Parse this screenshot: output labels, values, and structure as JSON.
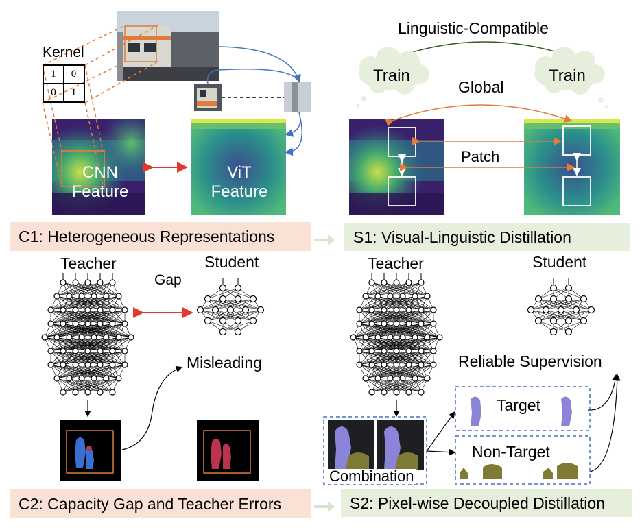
{
  "kernel": {
    "label": "Kernel",
    "cells": [
      "1",
      "0",
      "0",
      "1"
    ]
  },
  "c1": {
    "cnn_feature": [
      "CNN",
      "Feature"
    ],
    "vit_feature": [
      "ViT",
      "Feature"
    ],
    "banner": "C1: Heterogeneous Representations"
  },
  "s1": {
    "linguistic": "Linguistic-Compatible",
    "train_left": "Train",
    "train_right": "Train",
    "global": "Global",
    "patch": "Patch",
    "banner": "S1: Visual-Linguistic Distillation"
  },
  "c2": {
    "teacher": "Teacher",
    "student": "Student",
    "gap": "Gap",
    "misleading": "Misleading",
    "banner": "C2: Capacity Gap and Teacher Errors"
  },
  "s2": {
    "teacher": "Teacher",
    "student": "Student",
    "reliable": "Reliable Supervision",
    "target": "Target",
    "non_target": "Non-Target",
    "combination": "Combination",
    "banner": "S2: Pixel-wise Decoupled Distillation"
  },
  "colors": {
    "pink_banner": "#f9e1d5",
    "green_banner": "#e6efdc",
    "orange": "#e07b39",
    "blue": "#4472c4",
    "red": "#e03a2e",
    "dark_green": "#2e5b1e",
    "mask_blue": "#3a6fd1",
    "mask_red": "#b8344f",
    "mask_purple": "#8c84d8",
    "mask_olive": "#7f7a34",
    "heatmap_dark": "#3b1c68",
    "heatmap_mid": "#2a8c8a",
    "heatmap_bright": "#d6e84a"
  },
  "icons": [
    "train-photo",
    "neural-network",
    "segmentation-mask",
    "cloud",
    "arrow"
  ]
}
